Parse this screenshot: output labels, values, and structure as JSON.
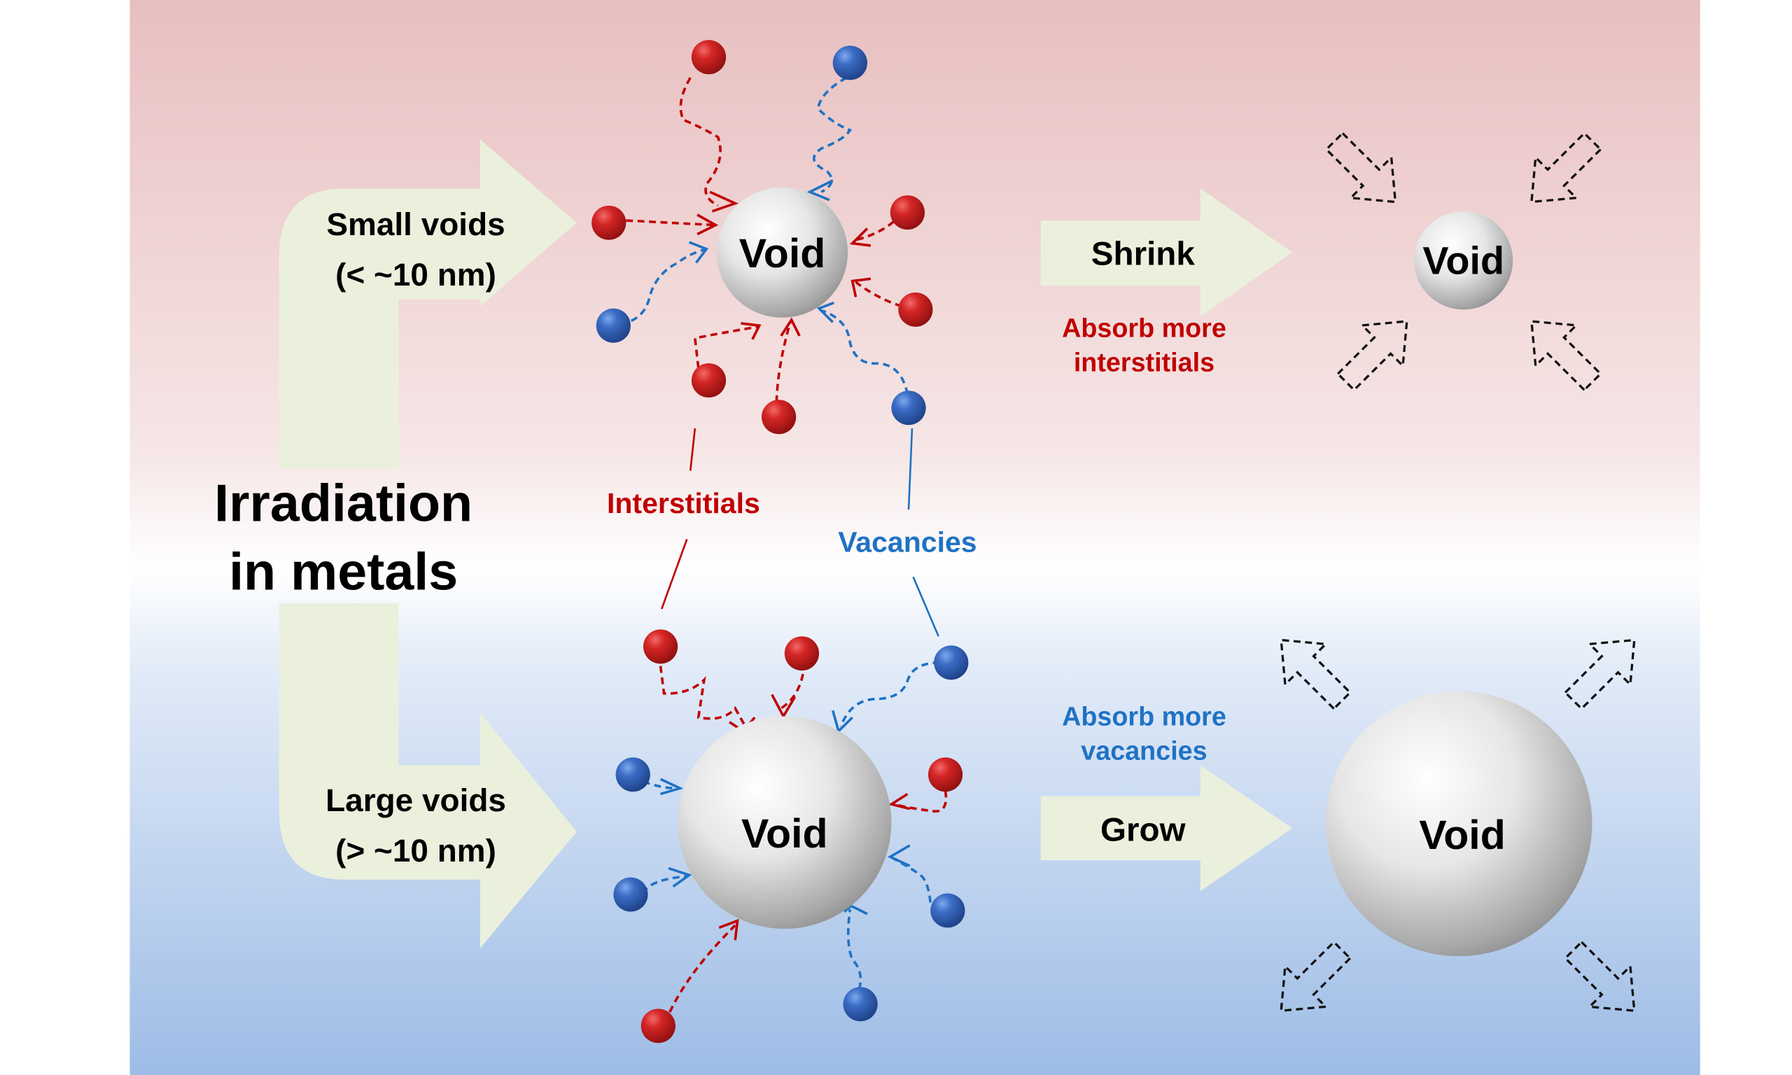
{
  "title": "Irradiation in metals",
  "main_label": {
    "line1": "Irradiation",
    "line2": "in metals"
  },
  "branches": {
    "small": {
      "line1": "Small voids",
      "line2": "(< ~10 nm)"
    },
    "large": {
      "line1": "Large voids",
      "line2": "(> ~10 nm)"
    }
  },
  "void_label": "Void",
  "defects": {
    "interstitials": "Interstitials",
    "vacancies": "Vacancies"
  },
  "outcomes": {
    "shrink": {
      "label": "Shrink",
      "note_line1": "Absorb more",
      "note_line2": "interstitials"
    },
    "grow": {
      "label": "Grow",
      "note_line1": "Absorb more",
      "note_line2": "vacancies"
    }
  },
  "colors": {
    "interstitial": "#c00000",
    "vacancy": "#1f72c4",
    "arrow_fill": "#ebf0dd",
    "bg_top": "#e8bfc0",
    "bg_mid": "#ffffff",
    "bg_bottom": "#9dbce6"
  }
}
